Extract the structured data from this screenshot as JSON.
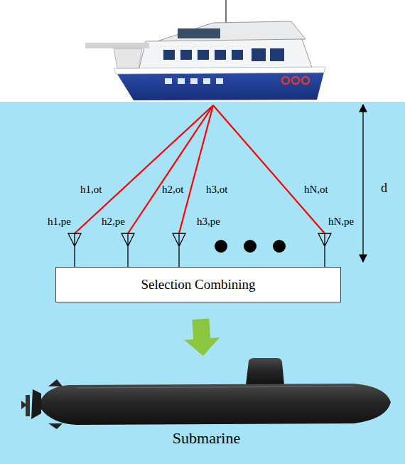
{
  "diagram": {
    "nodes": [
      {
        "text": [
          "Selection Combining"
        ]
      },
      {
        "text": [
          "Submarine"
        ]
      }
    ],
    "edges": [
      {
        "from": 0,
        "to": 1,
        "arrow": "to"
      }
    ],
    "labels": [
      "h1,ot",
      "h2,ot",
      "h3,ot",
      "hN,ot",
      "h1,pe",
      "h2,pe",
      "h3,pe",
      "hN,pe",
      "d"
    ]
  }
}
